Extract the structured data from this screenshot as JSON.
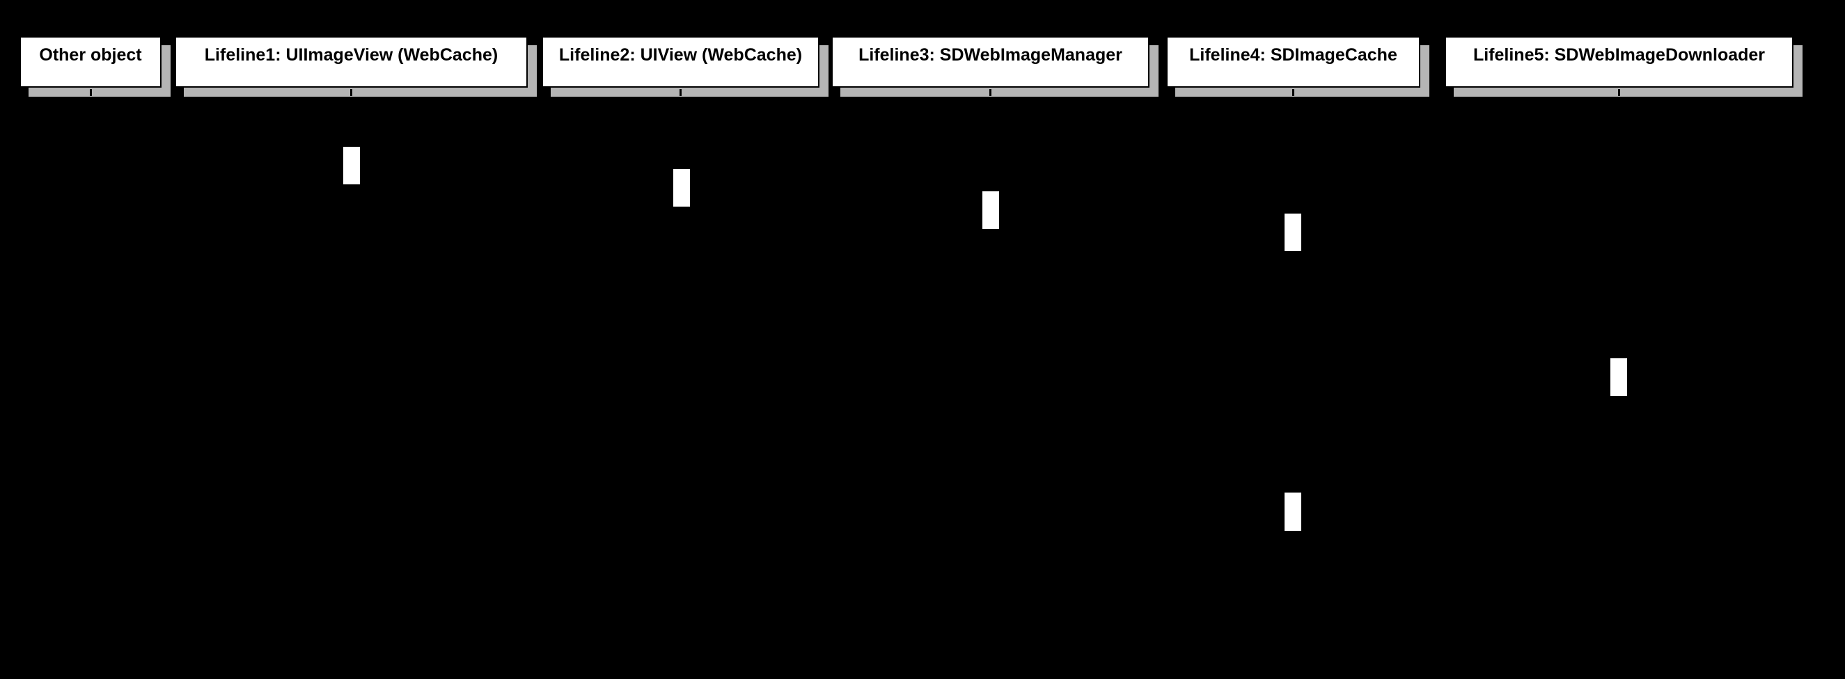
{
  "diagram": {
    "type": "uml-sequence-diagram",
    "background_color": "#000000",
    "colors": {
      "participant_fill": "#ffffff",
      "participant_border": "#000000",
      "participant_text": "#000000",
      "drop_shadow": "#b5b5b5",
      "activation_fill": "#ffffff"
    },
    "participants": [
      {
        "label": "Other object"
      },
      {
        "label": "Lifeline1: UIImageView (WebCache)"
      },
      {
        "label": "Lifeline2: UIView (WebCache)"
      },
      {
        "label": "Lifeline3: SDWebImageManager"
      },
      {
        "label": "Lifeline4: SDImageCache"
      },
      {
        "label": "Lifeline5: SDWebImageDownloader"
      }
    ],
    "activations": [
      {
        "participant": "Lifeline1: UIImageView (WebCache)",
        "sequence": 1
      },
      {
        "participant": "Lifeline2: UIView (WebCache)",
        "sequence": 2
      },
      {
        "participant": "Lifeline3: SDWebImageManager",
        "sequence": 3
      },
      {
        "participant": "Lifeline4: SDImageCache",
        "sequence": 4
      },
      {
        "participant": "Lifeline5: SDWebImageDownloader",
        "sequence": 5
      },
      {
        "participant": "Lifeline4: SDImageCache",
        "sequence": 6
      }
    ]
  }
}
